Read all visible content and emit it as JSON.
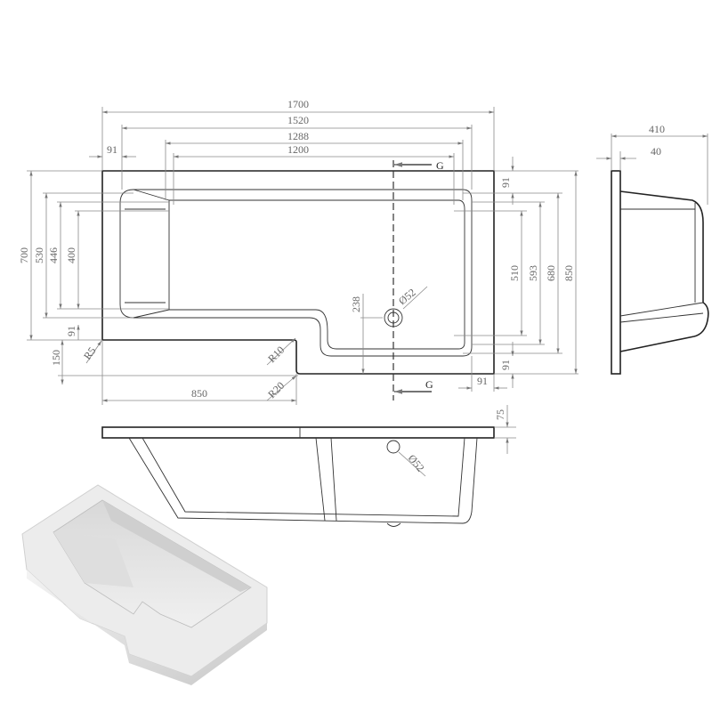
{
  "plan": {
    "top_dims": [
      "1700",
      "1520",
      "1288",
      "1200"
    ],
    "end_offset": "91",
    "left_dims": [
      "700",
      "530",
      "446",
      "400"
    ],
    "step_dims": [
      "91",
      "150"
    ],
    "radii": [
      "R5",
      "R10",
      "R20"
    ],
    "bottom_dim": "850",
    "drain_offset": "238",
    "drain_diameter": "Ø52",
    "section_label": "G",
    "right_dims": [
      "91",
      "510",
      "593",
      "680",
      "850",
      "91"
    ],
    "bottom_right_dim": "91"
  },
  "elevation": {
    "rim_dim": "75",
    "drain_diameter": "Ø52"
  },
  "end_view": {
    "width_dim": "410",
    "flange_dim": "40"
  }
}
